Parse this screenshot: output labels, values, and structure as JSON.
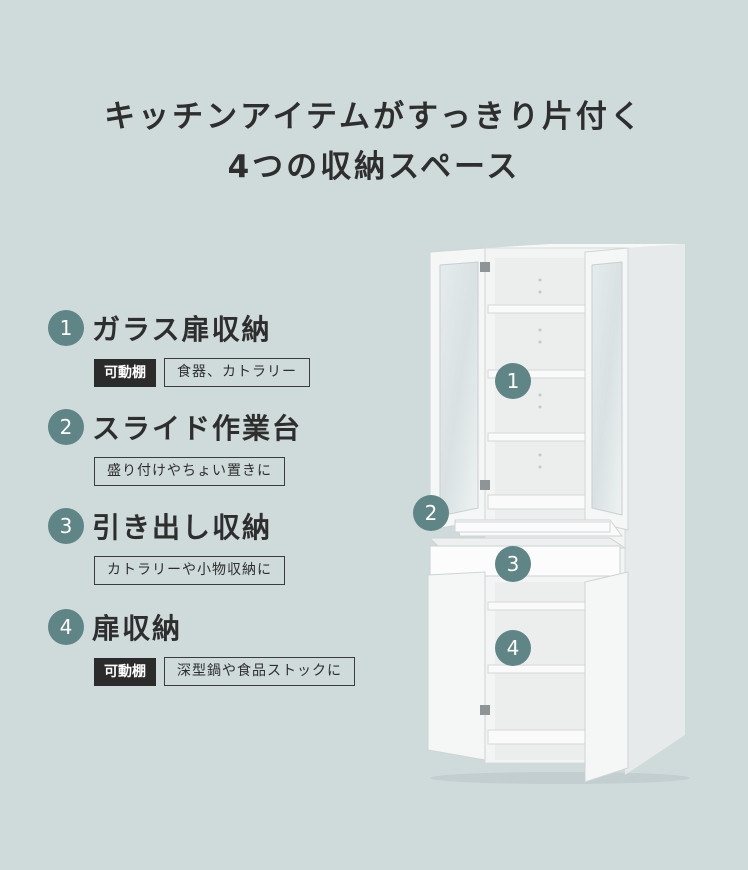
{
  "headline": {
    "line1": "キッチンアイテムがすっきり片付く",
    "line2": "4つの収納スペース"
  },
  "features": [
    {
      "number": "1",
      "title": "ガラス扉収納",
      "tag_dark": "可動棚",
      "tag": "食器、カトラリー"
    },
    {
      "number": "2",
      "title": "スライド作業台",
      "tag": "盛り付けやちょい置きに"
    },
    {
      "number": "3",
      "title": "引き出し収納",
      "tag": "カトラリーや小物収納に"
    },
    {
      "number": "4",
      "title": "扉収納",
      "tag_dark": "可動棚",
      "tag": "深型鍋や食品ストックに"
    }
  ],
  "markers": [
    "1",
    "2",
    "3",
    "4"
  ],
  "colors": {
    "background": "#cfdadb",
    "badge": "#5f8587",
    "dark_tag": "#2b2b2b",
    "cabinet": "#f4f5f5"
  }
}
